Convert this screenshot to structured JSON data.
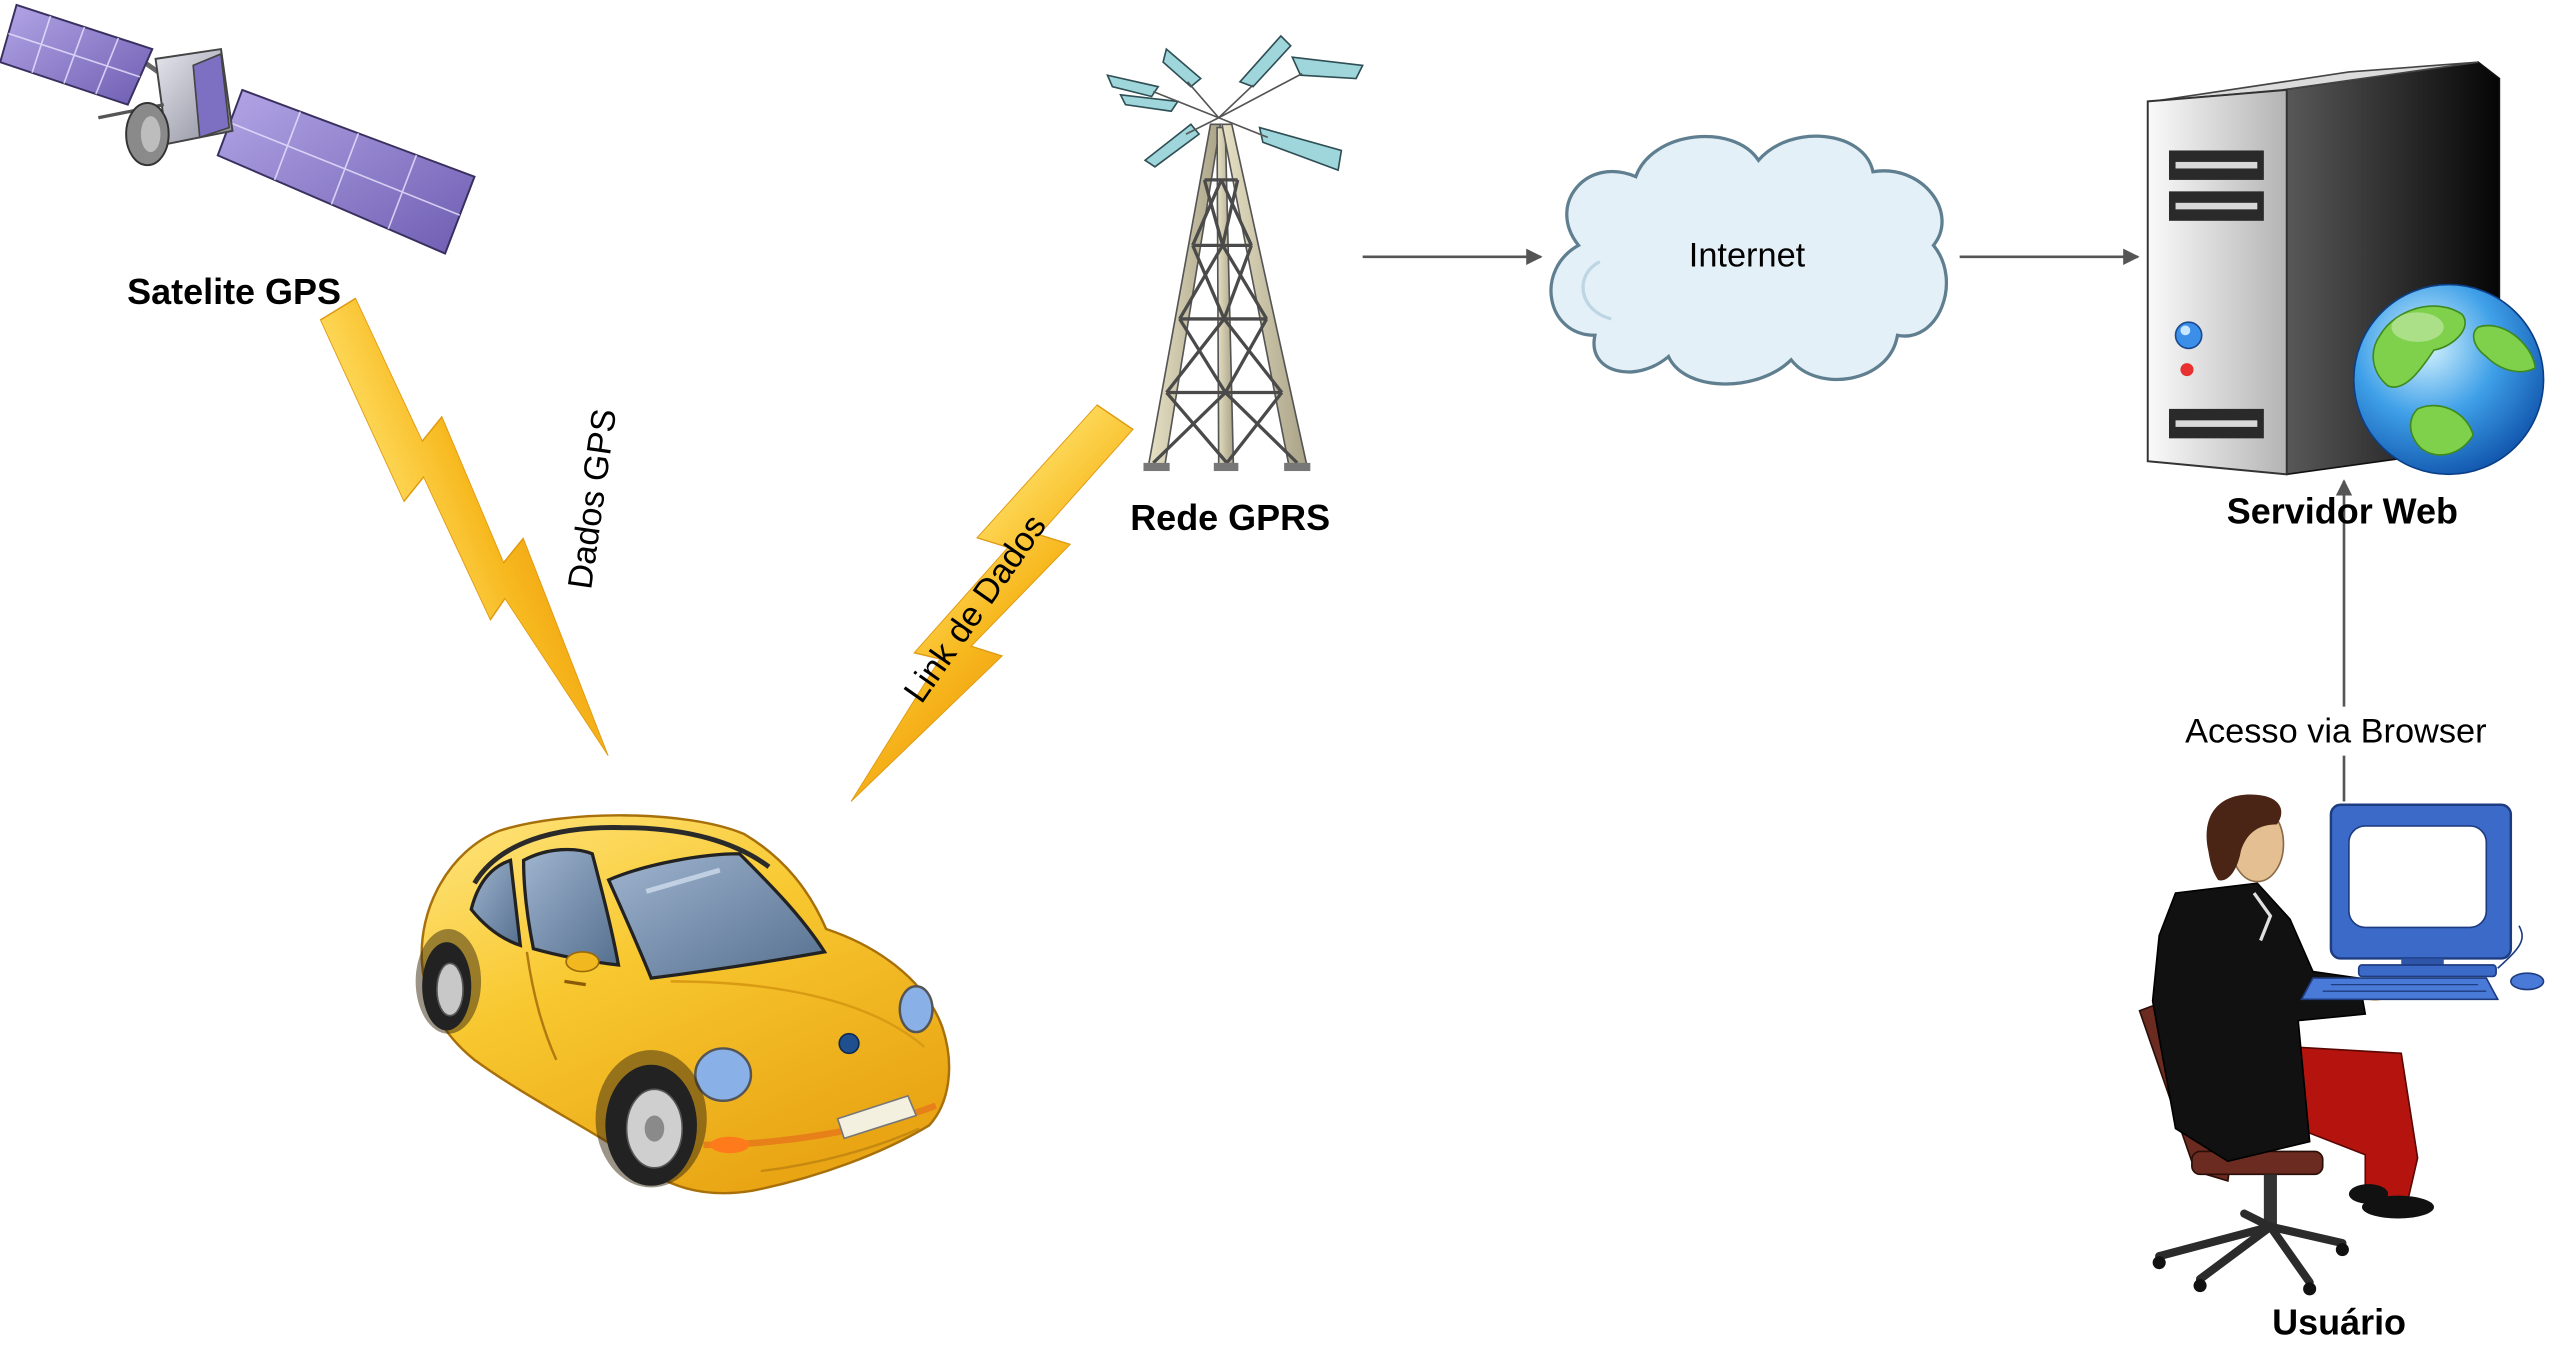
{
  "labels": {
    "satellite": "Satelite GPS",
    "gps_data": "Dados GPS",
    "data_link": "Link de Dados",
    "gprs_network": "Rede GPRS",
    "internet": "Internet",
    "web_server": "Servidor Web",
    "browser_access": "Acesso via Browser",
    "user": "Usuário"
  },
  "icons": {
    "satellite": "satellite-icon",
    "car": "car-icon",
    "tower": "radio-tower-icon",
    "cloud": "cloud-icon",
    "server": "server-icon",
    "globe": "globe-icon",
    "user": "user-at-computer-icon",
    "bolt": "lightning-bolt-icon"
  },
  "colors": {
    "bolt": "#f7b81e",
    "cloud_fill": "#e4f0f7",
    "cloud_stroke": "#5f7f90",
    "car_body": "#f6c52a",
    "connector": "#555555",
    "solar_panel": "#8c7ccc"
  }
}
